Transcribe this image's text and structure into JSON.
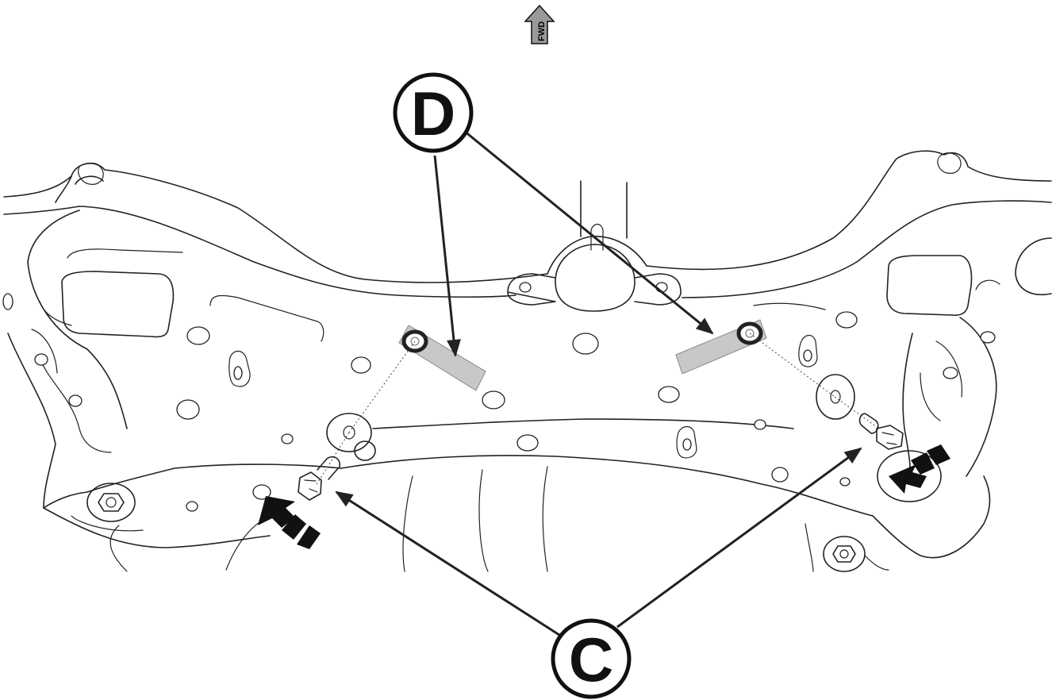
{
  "fwd_indicator": {
    "label": "FWD",
    "icon": "forward-arrow-icon"
  },
  "callouts": [
    {
      "id": "D",
      "label": "D"
    },
    {
      "id": "C",
      "label": "C"
    }
  ],
  "colors": {
    "line": "#222222",
    "tape": "#c8c8c8",
    "background": "#ffffff",
    "arrow": "#111111"
  }
}
